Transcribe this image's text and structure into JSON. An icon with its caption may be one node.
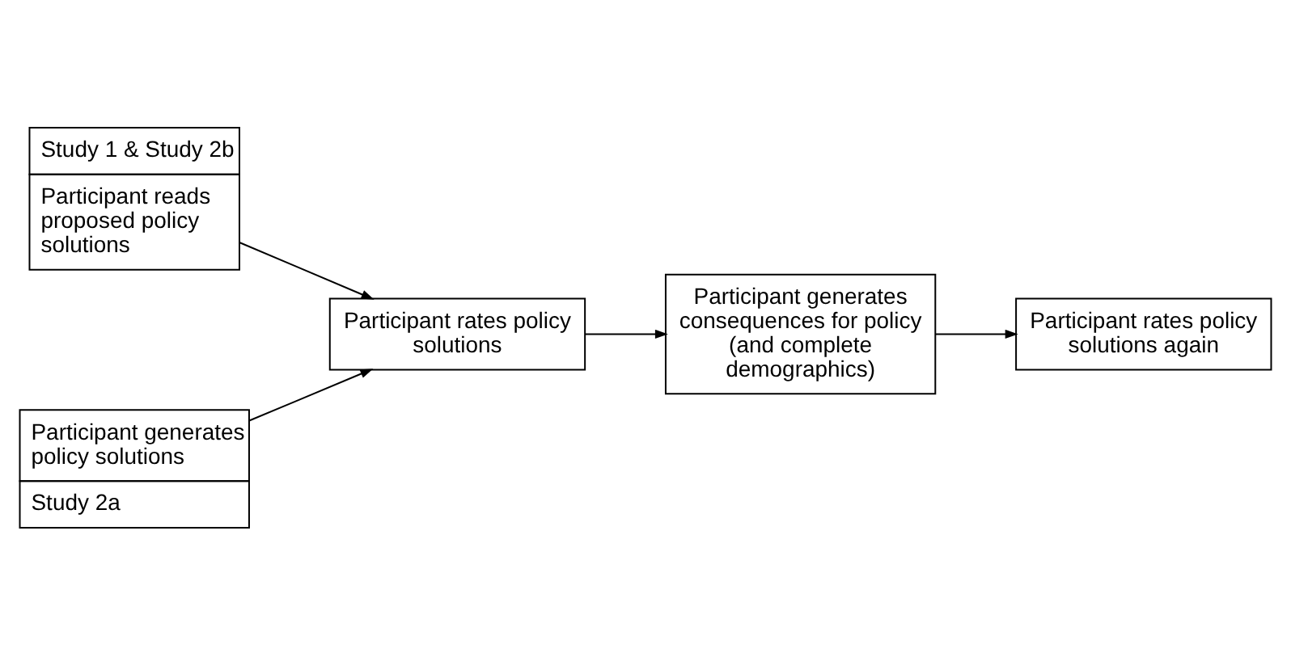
{
  "diagram": {
    "nodes": [
      {
        "text": [
          "Study 1 & Study 2b",
          "Participant reads proposed policy solutions"
        ]
      },
      {
        "text": [
          "Participant generates policy solutions",
          "Study 2a"
        ]
      },
      {
        "text": [
          "Participant rates policy solutions"
        ]
      },
      {
        "text": [
          "Participant generates consequences for policy (and complete demographics)"
        ]
      },
      {
        "text": [
          "Participant rates policy solutions again"
        ]
      }
    ],
    "edges": [
      {
        "from": 0,
        "to": 2,
        "arrow": "to"
      },
      {
        "from": 1,
        "to": 2,
        "arrow": "to"
      },
      {
        "from": 2,
        "to": 3,
        "arrow": "to"
      },
      {
        "from": 3,
        "to": 4,
        "arrow": "to"
      }
    ]
  }
}
